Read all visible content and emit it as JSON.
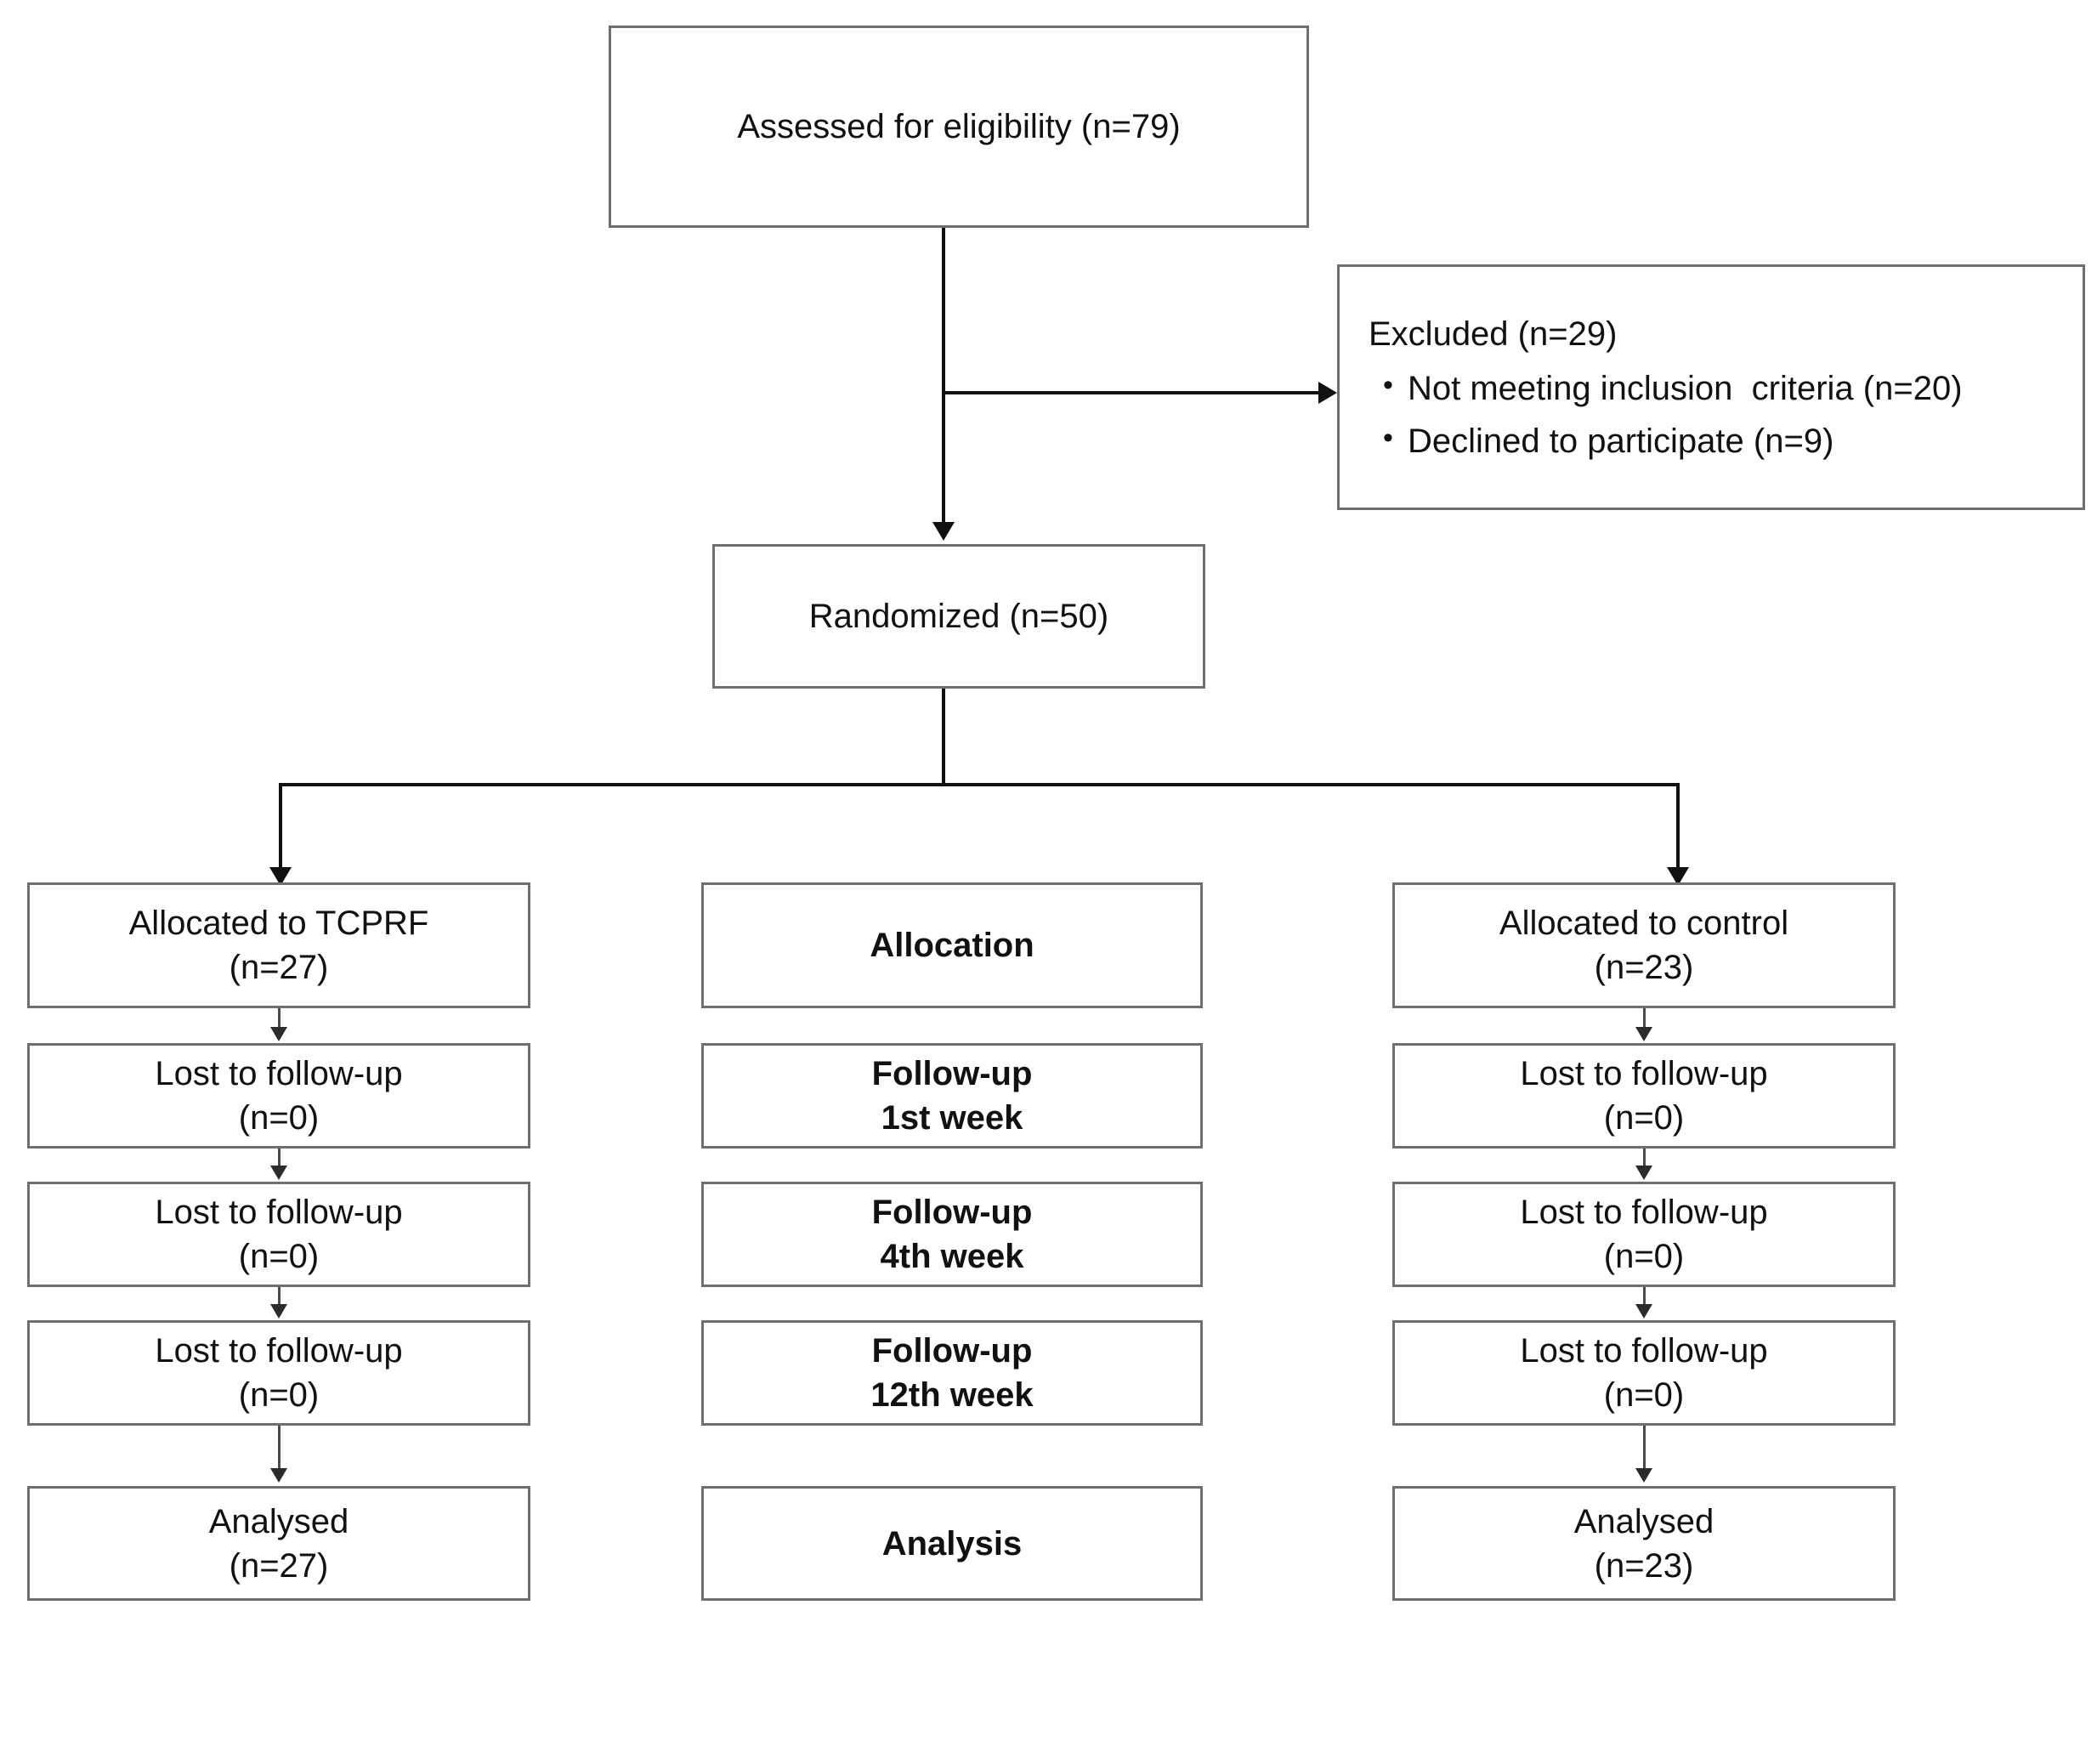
{
  "diagram": {
    "title": "CONSORT participant flow diagram",
    "colors": {
      "box_border": "#6f6f6f",
      "connector": "#111111",
      "text": "#111111",
      "background": "#ffffff"
    }
  },
  "enrollment": {
    "assessed": {
      "line1": "Assessed for eligibility (n=79)"
    },
    "excluded": {
      "title": "Excluded (n=29)",
      "items": [
        "Not meeting inclusion  criteria (n=20)",
        "Declined to participate (n=9)"
      ],
      "bullet": "•"
    },
    "randomized": {
      "line1": "Randomized (n=50)"
    }
  },
  "stage_labels": {
    "allocation": "Allocation",
    "followup_1": {
      "line1": "Follow-up",
      "line2": "1st week"
    },
    "followup_4": {
      "line1": "Follow-up",
      "line2": "4th week"
    },
    "followup_12": {
      "line1": "Follow-up",
      "line2": "12th week"
    },
    "analysis": "Analysis"
  },
  "arm_tcprf": {
    "allocated": {
      "line1": "Allocated to TCPRF",
      "line2": "(n=27)"
    },
    "lost_1": {
      "line1": "Lost to follow-up",
      "line2": "(n=0)"
    },
    "lost_4": {
      "line1": "Lost to follow-up",
      "line2": "(n=0)"
    },
    "lost_12": {
      "line1": "Lost to follow-up",
      "line2": "(n=0)"
    },
    "analysed": {
      "line1": "Analysed",
      "line2": "(n=27)"
    }
  },
  "arm_control": {
    "allocated": {
      "line1": "Allocated to control",
      "line2": "(n=23)"
    },
    "lost_1": {
      "line1": "Lost to follow-up",
      "line2": "(n=0)"
    },
    "lost_4": {
      "line1": "Lost to follow-up",
      "line2": "(n=0)"
    },
    "lost_12": {
      "line1": "Lost to follow-up",
      "line2": "(n=0)"
    },
    "analysed": {
      "line1": "Analysed",
      "line2": "(n=23)"
    }
  }
}
